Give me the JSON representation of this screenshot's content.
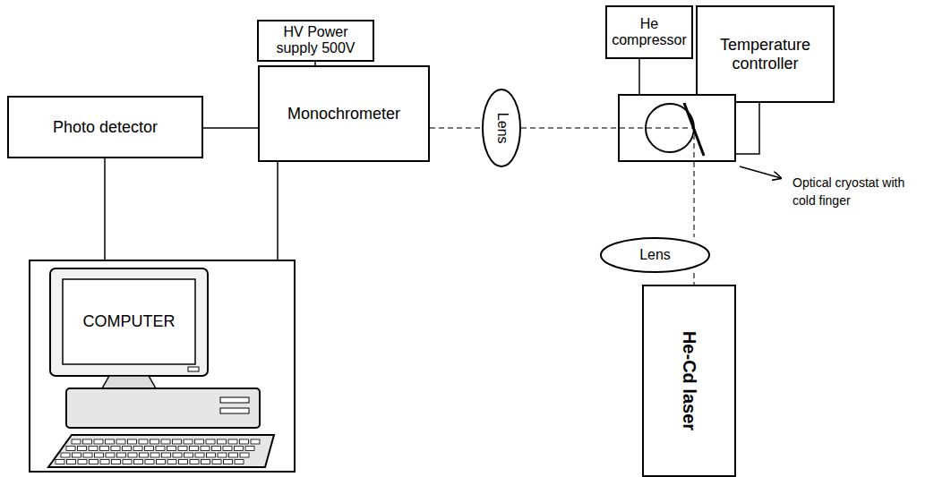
{
  "diagram": {
    "nodes": [
      {
        "text": [
          "HV Power supply 500V"
        ]
      },
      {
        "text": [
          "He compressor"
        ]
      },
      {
        "text": [
          "Temperature controller"
        ]
      },
      {
        "text": [
          "Photo detector"
        ]
      },
      {
        "text": [
          "Monochrometer"
        ]
      },
      {
        "text": [
          "Lens"
        ]
      },
      {
        "text": [
          "Optical cryostat with cold finger"
        ]
      },
      {
        "text": [
          "COMPUTER"
        ]
      },
      {
        "text": [
          "Lens"
        ]
      },
      {
        "text": [
          "He-Cd laser"
        ]
      }
    ],
    "edges": [
      {
        "from": 0,
        "to": 4,
        "arrow": "none"
      },
      {
        "from": 3,
        "to": 4,
        "arrow": "none"
      },
      {
        "from": 3,
        "to": 7,
        "arrow": "none"
      },
      {
        "from": 4,
        "to": 7,
        "arrow": "none"
      },
      {
        "from": 4,
        "to": 5,
        "arrow": "none"
      },
      {
        "from": 5,
        "to": 6,
        "arrow": "none"
      },
      {
        "from": 1,
        "to": 6,
        "arrow": "none"
      },
      {
        "from": 2,
        "to": 6,
        "arrow": "none"
      },
      {
        "from": 6,
        "to": 8,
        "arrow": "none"
      },
      {
        "from": 8,
        "to": 9,
        "arrow": "none"
      }
    ]
  }
}
